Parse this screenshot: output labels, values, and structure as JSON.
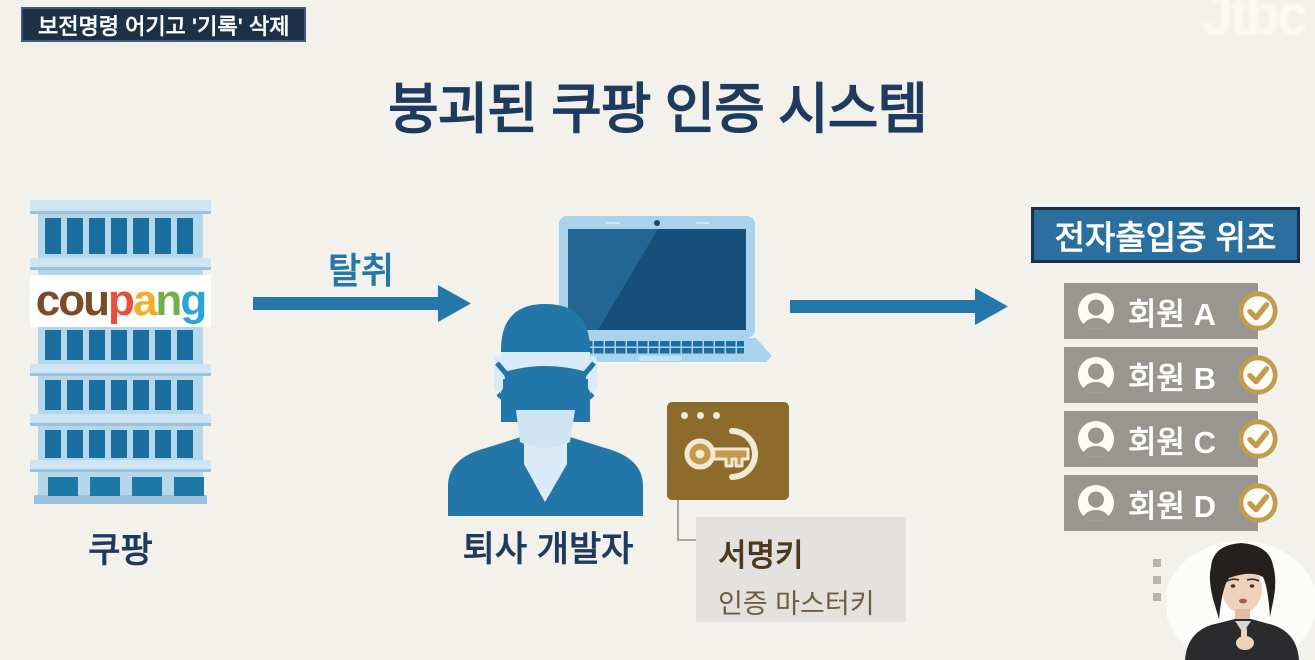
{
  "screen": {
    "background": "#f3f1ec"
  },
  "header": {
    "badge": {
      "label": "보전명령 어기고 '기록' 삭제",
      "bg": "#1c3047",
      "text_color": "#ffffff"
    },
    "channel_logo": "Jtbc",
    "title": {
      "text": "붕괴된 쿠팡 인증 시스템",
      "color": "#1e3a5c"
    }
  },
  "flow": {
    "source": {
      "caption": "쿠팡",
      "logo_letters": [
        {
          "ch": "c",
          "color": "#7b4b28"
        },
        {
          "ch": "o",
          "color": "#7b4b28"
        },
        {
          "ch": "u",
          "color": "#7b4b28"
        },
        {
          "ch": "p",
          "color": "#e9503c"
        },
        {
          "ch": "a",
          "color": "#f2ac27"
        },
        {
          "ch": "n",
          "color": "#72b043"
        },
        {
          "ch": "g",
          "color": "#2ba4d9"
        }
      ]
    },
    "arrow1": {
      "label": "탈취",
      "color": "#2478a9"
    },
    "actor": {
      "caption": "퇴사 개발자"
    },
    "key_callout": {
      "title": "서명키",
      "subtitle": "인증 마스터키",
      "box_color": "#8d6b2b",
      "key_color": "#c6984a"
    },
    "arrow2": {
      "color": "#2478a9"
    },
    "result": {
      "header": {
        "label": "전자출입증 위조",
        "bg": "#2b6f9e",
        "border": "#1d3048"
      },
      "row_bg": "#98968f",
      "check_color": "#c49a4c",
      "members": [
        {
          "label": "회원 A"
        },
        {
          "label": "회원 B"
        },
        {
          "label": "회원 C"
        },
        {
          "label": "회원 D"
        }
      ]
    }
  }
}
